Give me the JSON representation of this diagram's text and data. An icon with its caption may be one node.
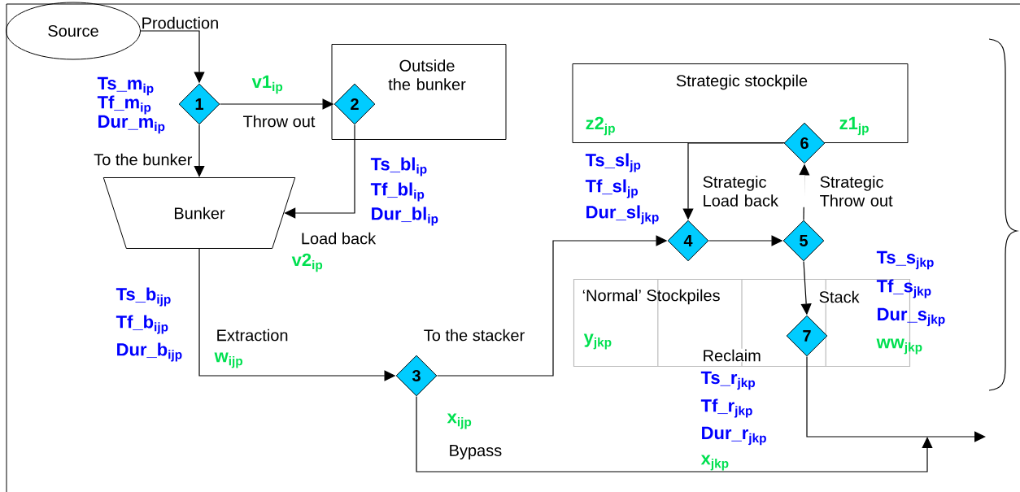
{
  "diagram": {
    "nodes": [
      {
        "text": [
          "Source"
        ]
      },
      {
        "text": [
          "1"
        ]
      },
      {
        "text": [
          "Outside the bunker"
        ]
      },
      {
        "text": [
          "2"
        ],
        "in": 2
      },
      {
        "text": [
          "Bunker"
        ]
      },
      {
        "text": [
          "3"
        ]
      },
      {
        "text": [
          "Strategic stockpile",
          "z2$_{jp}$",
          "z1$_{jp}$"
        ]
      },
      {
        "text": [
          "6"
        ]
      },
      {
        "text": [
          "4"
        ]
      },
      {
        "text": [
          "5"
        ]
      },
      {
        "text": [
          "‘Normal’ Stockpiles",
          "y$_{jkp}$"
        ]
      },
      {
        "text": [
          "7"
        ],
        "in": 10
      }
    ],
    "edges": [
      {
        "from": 0,
        "to": 1,
        "arrow": "to",
        "label": "Production"
      },
      {
        "from": 1,
        "to": 3,
        "arrow": "to",
        "label": "Throw out"
      },
      {
        "from": 1,
        "to": 4,
        "arrow": "to",
        "label": "To the bunker"
      },
      {
        "from": 3,
        "to": 4,
        "arrow": "to",
        "label": "Load back"
      },
      {
        "from": 4,
        "to": 5,
        "arrow": "to",
        "label": "Extraction"
      },
      {
        "from": 5,
        "to": 8,
        "arrow": "to",
        "label": "To the stacker"
      },
      {
        "from": 7,
        "to": 8,
        "arrow": "to",
        "label": "Strategic Load back"
      },
      {
        "from": 8,
        "to": 9,
        "arrow": "to"
      },
      {
        "from": 9,
        "to": 7,
        "arrow": "to",
        "label": "Strategic Throw out"
      },
      {
        "from": 9,
        "to": 11,
        "arrow": "to",
        "label": "Stack"
      },
      {
        "from": 11,
        "to": null,
        "arrow": "to",
        "label": "Reclaim"
      },
      {
        "from": 5,
        "to": null,
        "arrow": "to",
        "label": "Bypass"
      }
    ],
    "labels": [
      "Ts_m$_{ip}$",
      "Tf_m$_{ip}$",
      "Dur_m$_{ip}$",
      "v1$_{ip}$",
      "Ts_bl$_{ip}$",
      "Tf_bl$_{ip}$",
      "Dur_bl$_{ip}$",
      "v2$_{ip}$",
      "Ts_sl$_{jp}$",
      "Tf_sl$_{jp}$",
      "Dur_sl$_{jkp}$",
      "Ts_s$_{jkp}$",
      "Tf_s$_{jkp}$",
      "Dur_s$_{jkp}$",
      "ww$_{jkp}$",
      "Ts_b$_{ijp}$",
      "Tf_b$_{ijp}$",
      "Dur_b$_{ijp}$",
      "w$_{ijp}$",
      "x$_{ijp}$",
      "Ts_r$_{jkp}$",
      "Tf_r$_{jkp}$",
      "Dur_r$_{jkp}$",
      "x$_{jkp}$"
    ]
  }
}
